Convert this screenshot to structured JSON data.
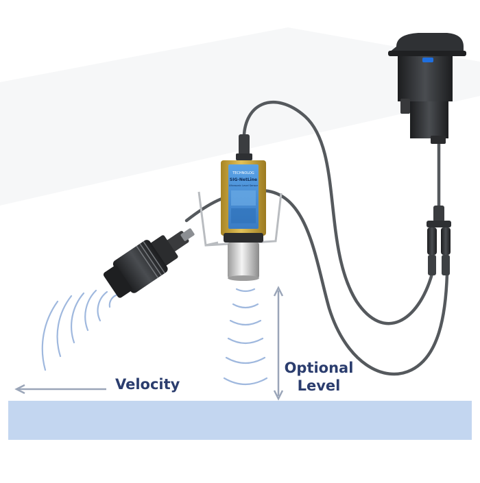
{
  "labels": {
    "velocity": "Velocity",
    "level_line1": "Optional",
    "level_line2": "Level"
  },
  "sensor_label": {
    "brand": "TECHNOLOG",
    "line1": "SIG-NetLine",
    "line2": "Ultrasonic Level Sensor"
  },
  "colors": {
    "water": "#c3d6f0",
    "arrow": "#9aa5b8",
    "waves": "#9fb8de",
    "label_text": "#2b3d6e",
    "sensor_body": "#c8a43a",
    "sensor_screen": "#4a8fd6",
    "cable": "#55595d",
    "logger_body": "#2c2e31",
    "logger_indicator": "#1f6fe0"
  },
  "icons": [
    "velocity-arrow",
    "level-double-arrow",
    "ultrasonic-wave-icon"
  ]
}
